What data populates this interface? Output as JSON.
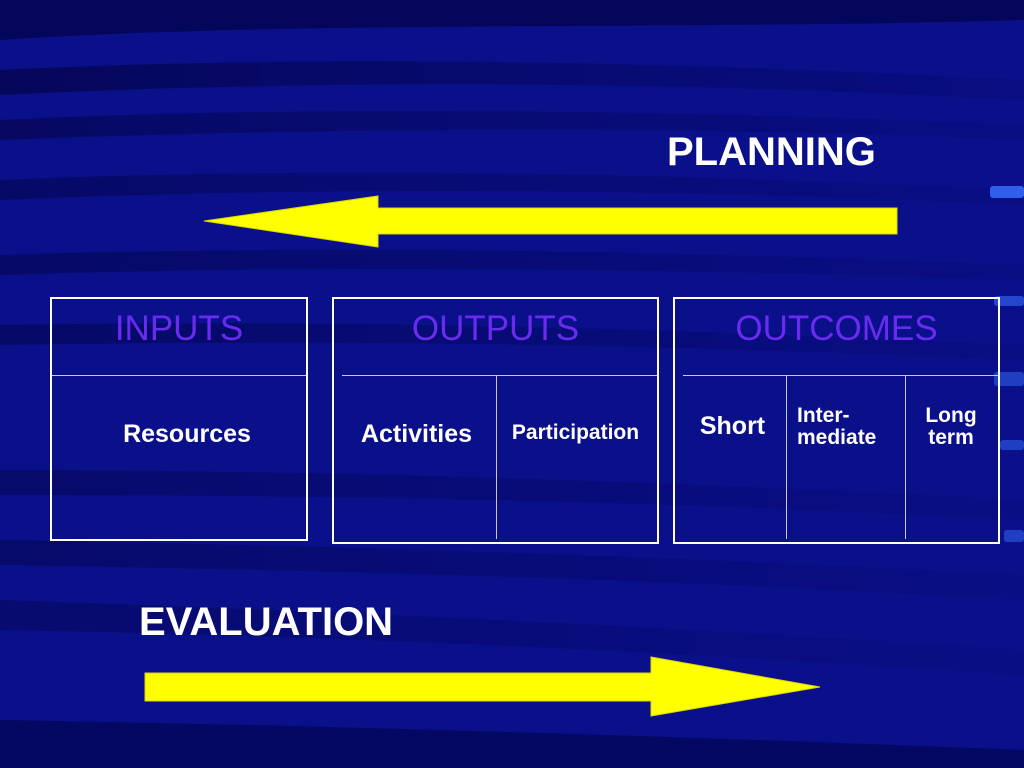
{
  "colors": {
    "background": "#0a0f8a",
    "arrow": "#ffff00",
    "box_title": "#6a2bf0",
    "text": "#ffffff"
  },
  "planning": {
    "label": "PLANNING",
    "arrow_direction": "left"
  },
  "evaluation": {
    "label": "EVALUATION",
    "arrow_direction": "right"
  },
  "boxes": [
    {
      "title": "INPUTS",
      "cells": [
        "Resources"
      ]
    },
    {
      "title": "OUTPUTS",
      "cells": [
        "Activities",
        "Participation"
      ]
    },
    {
      "title": "OUTCOMES",
      "cells": [
        "Short",
        "Inter-\nmediate",
        "Long\nterm"
      ]
    }
  ]
}
